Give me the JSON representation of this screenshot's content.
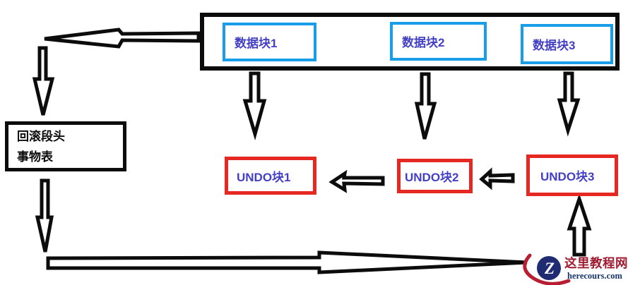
{
  "top_group": {
    "blocks": [
      {
        "label": "数据块1"
      },
      {
        "label": "数据块2"
      },
      {
        "label": "数据块3"
      }
    ]
  },
  "undo_blocks": [
    {
      "label": "UNDO块1"
    },
    {
      "label": "UNDO块2"
    },
    {
      "label": "UNDO块3"
    }
  ],
  "rollback_box": {
    "line1": "回滚段头",
    "line2": "事物表"
  },
  "watermark": {
    "site_name": "这里教程网",
    "site_url": "herecours.com",
    "logo_letter": "Z"
  },
  "colors": {
    "data_block_border": "#189EE8",
    "undo_block_border": "#E52822",
    "label_text": "#4340C6",
    "outline": "#0c0c0c",
    "logo_red": "#B81E32",
    "logo_text_red": "#9E1B30",
    "logo_navy": "#17356D",
    "logo_circle": "#202C72"
  }
}
